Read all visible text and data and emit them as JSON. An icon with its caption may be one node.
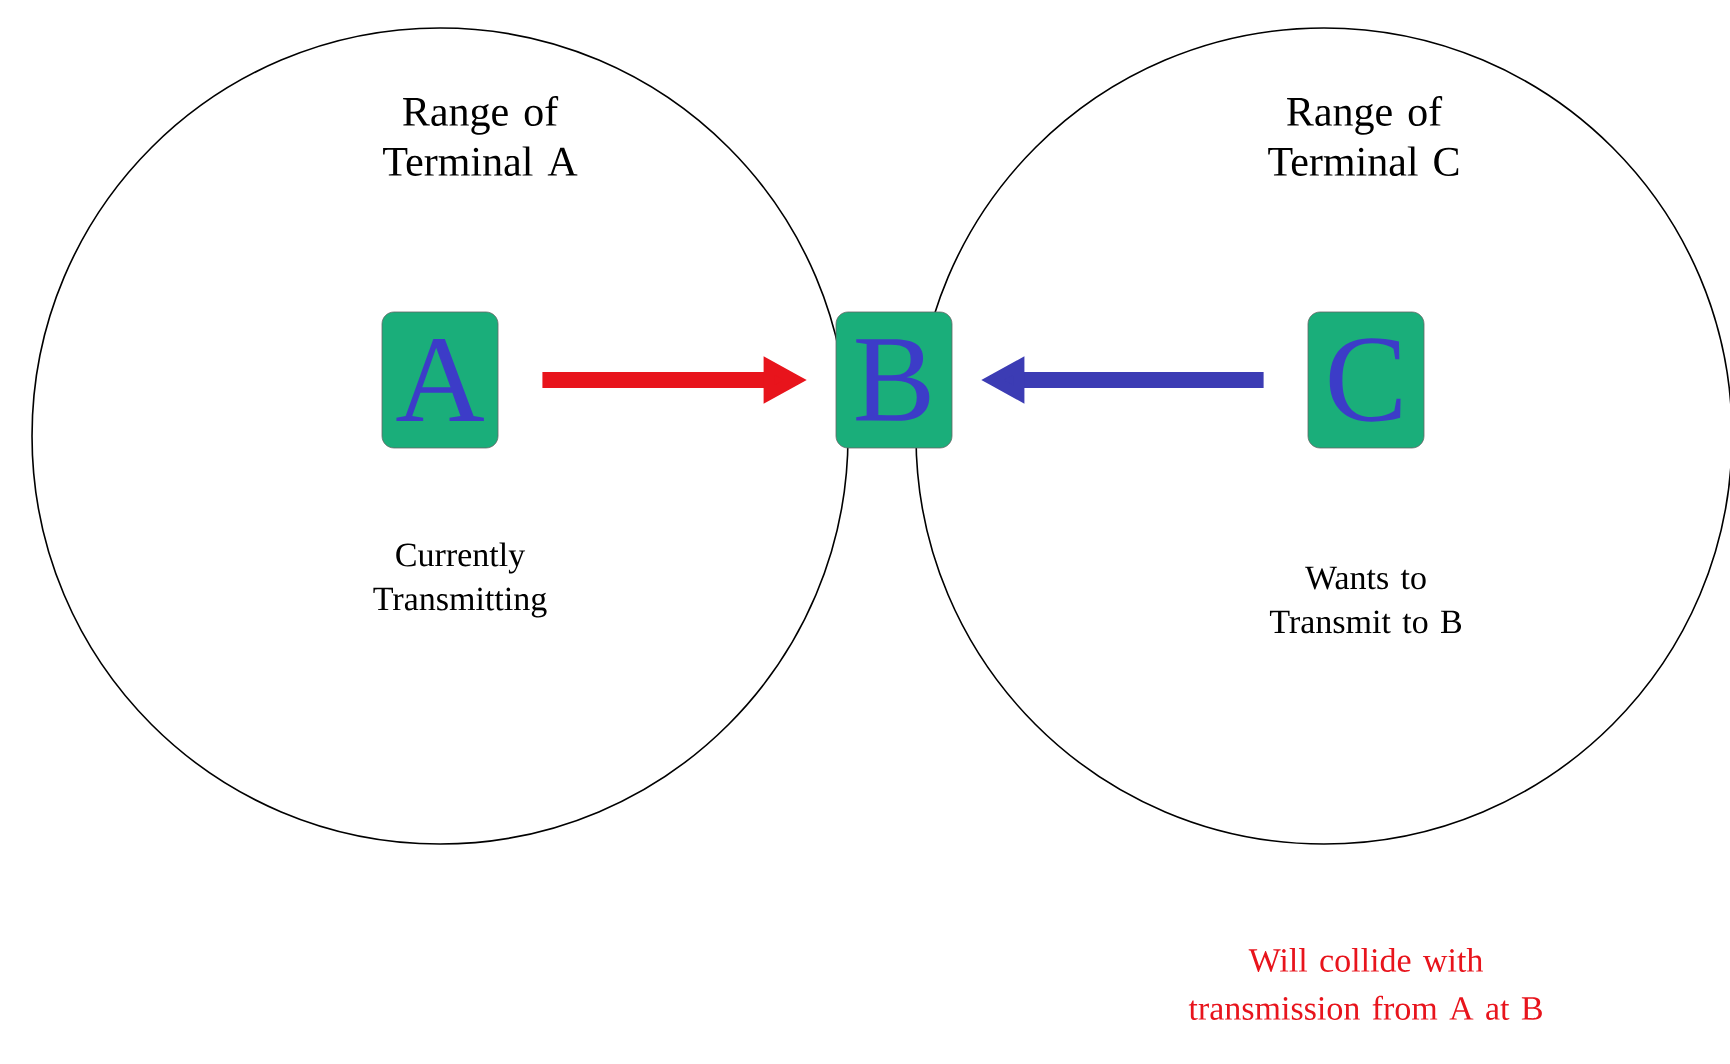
{
  "diagram": {
    "nodes": [
      {
        "text": [
          "Range of Terminal A"
        ]
      },
      {
        "text": [
          "Range of Terminal C"
        ]
      },
      {
        "text": [
          "A"
        ],
        "in": 0,
        "beside": [
          "Currently Transmitting"
        ]
      },
      {
        "text": [
          "B"
        ]
      },
      {
        "text": [
          "C"
        ],
        "in": 1,
        "beside": [
          "Wants to Transmit to B"
        ]
      }
    ],
    "edges": [
      {
        "from": 2,
        "to": 3,
        "arrow": "to",
        "color": "#e8141c"
      },
      {
        "from": 4,
        "to": 3,
        "arrow": "to",
        "color": "#3c3cb4"
      }
    ],
    "labels": [
      "Will collide with transmission from A at B"
    ]
  }
}
